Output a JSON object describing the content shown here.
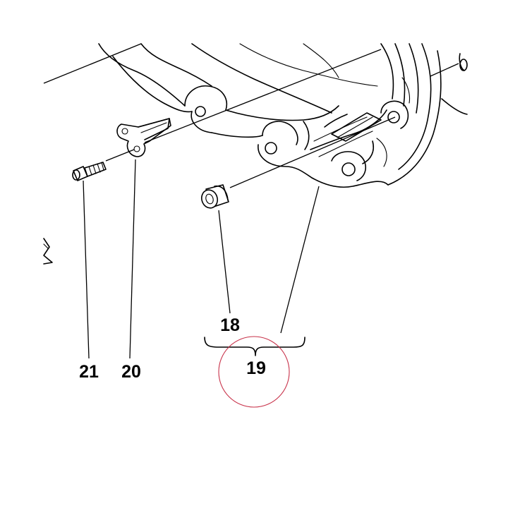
{
  "callouts": {
    "c18": "18",
    "c19": "19",
    "c20": "20",
    "c21": "21"
  },
  "highlight_color": "#c8324a"
}
